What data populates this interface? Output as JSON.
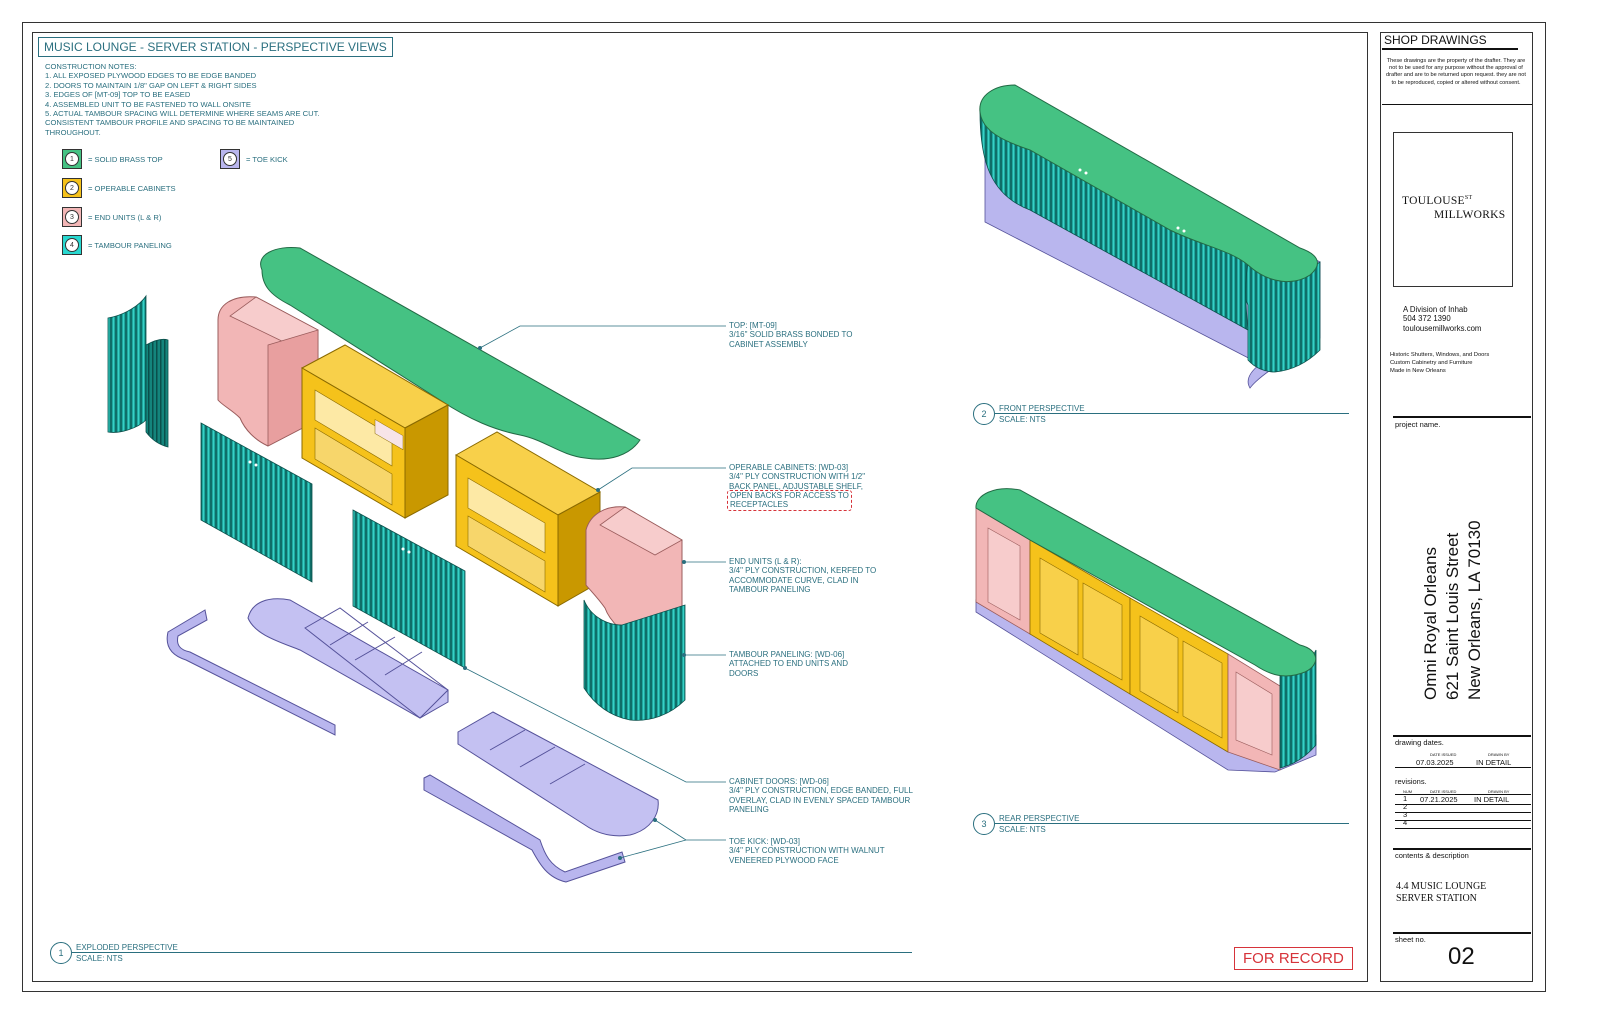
{
  "title": "MUSIC LOUNGE - SERVER STATION - PERSPECTIVE VIEWS",
  "notes": [
    "CONSTRUCTION NOTES:",
    "1. ALL EXPOSED PLYWOOD EDGES TO BE EDGE BANDED",
    "2. DOORS TO MAINTAIN 1/8\" GAP ON LEFT & RIGHT SIDES",
    "3. EDGES OF [MT-09] TOP TO BE EASED",
    "4. ASSEMBLED UNIT TO BE FASTENED TO WALL ONSITE",
    "5. ACTUAL TAMBOUR SPACING WILL DETERMINE WHERE SEAMS ARE CUT.",
    "CONSISTENT TAMBOUR PROFILE AND SPACING TO BE MAINTAINED",
    "THROUGHOUT."
  ],
  "legend": [
    {
      "num": "1",
      "label": "= SOLID BRASS TOP",
      "color": "#45c283"
    },
    {
      "num": "2",
      "label": "= OPERABLE CABINETS",
      "color": "#f5c21b"
    },
    {
      "num": "3",
      "label": "= END UNITS (L & R)",
      "color": "#f2b6b6"
    },
    {
      "num": "4",
      "label": "= TAMBOUR PANELING",
      "color": "#28b8b0"
    },
    {
      "num": "5",
      "label": "= TOE KICK",
      "color": "#b9b6ee"
    }
  ],
  "callouts": {
    "top": "TOP: [MT-09]\n3/16\" SOLID BRASS BONDED TO\nCABINET ASSEMBLY",
    "cabinets_a": "OPERABLE CABINETS: [WD-03]\n3/4\" PLY CONSTRUCTION WITH 1/2\"\nBACK PANEL, ADJUSTABLE SHELF,",
    "cabinets_b": "OPEN BACKS FOR ACCESS TO\nRECEPTACLES",
    "end_units": "END UNITS (L & R):\n3/4\" PLY CONSTRUCTION, KERFED TO\nACCOMMODATE CURVE, CLAD IN\nTAMBOUR PANELING",
    "tambour": "TAMBOUR PANELING: [WD-06]\nATTACHED TO END UNITS AND\nDOORS",
    "doors": "CABINET DOORS: [WD-06]\n3/4\" PLY CONSTRUCTION, EDGE BANDED, FULL\nOVERLAY, CLAD IN EVENLY SPACED TAMBOUR\nPANELING",
    "toe_kick": "TOE KICK: [WD-03]\n3/4\" PLY CONSTRUCTION WITH WALNUT\nVENEERED PLYWOOD FACE"
  },
  "views": [
    {
      "num": "1",
      "name": "EXPLODED PERSPECTIVE",
      "scale": "SCALE: NTS"
    },
    {
      "num": "2",
      "name": "FRONT PERSPECTIVE",
      "scale": "SCALE: NTS"
    },
    {
      "num": "3",
      "name": "REAR PERSPECTIVE",
      "scale": "SCALE: NTS"
    }
  ],
  "stamp": "FOR RECORD",
  "title_block": {
    "header": "SHOP DRAWINGS",
    "disclaimer": "These drawings are the property of the drafter. They are not to be used for any purpose without the approval of drafter and are to be returned upon request. they are not to be reproduced, copied or altered without consent.",
    "logo_line1": "TOULOUSE",
    "logo_sup": "ST",
    "logo_line2": "MILLWORKS",
    "division": "A Division of Inhab",
    "phone": "504 372 1390",
    "website": "toulousemillworks.com",
    "services": [
      "Historic Shutters, Windows, and Doors",
      "Custom Cabinetry and Furniture",
      "Made in New Orleans"
    ],
    "project_label": "project name.",
    "project_lines": [
      "Omni Royal Orleans",
      "621 Saint Louis Street",
      "New Orleans, LA 70130"
    ],
    "dates_label": "drawing dates.",
    "date_issued_hdr": "DATE ISSUED",
    "drawn_by_hdr": "DRAWN BY",
    "date_issued": "07.03.2025",
    "drawn_by": "IN DETAIL",
    "revisions_label": "revisions.",
    "rev_num_hdr": "NUM",
    "revisions": [
      {
        "num": "1",
        "date": "07.21.2025",
        "by": "IN DETAIL"
      },
      {
        "num": "2",
        "date": "",
        "by": ""
      },
      {
        "num": "3",
        "date": "",
        "by": ""
      },
      {
        "num": "4",
        "date": "",
        "by": ""
      }
    ],
    "contents_label": "contents & description",
    "contents_lines": [
      "4.4 MUSIC LOUNGE",
      "SERVER STATION"
    ],
    "sheet_label": "sheet no.",
    "sheet_no": "02"
  }
}
